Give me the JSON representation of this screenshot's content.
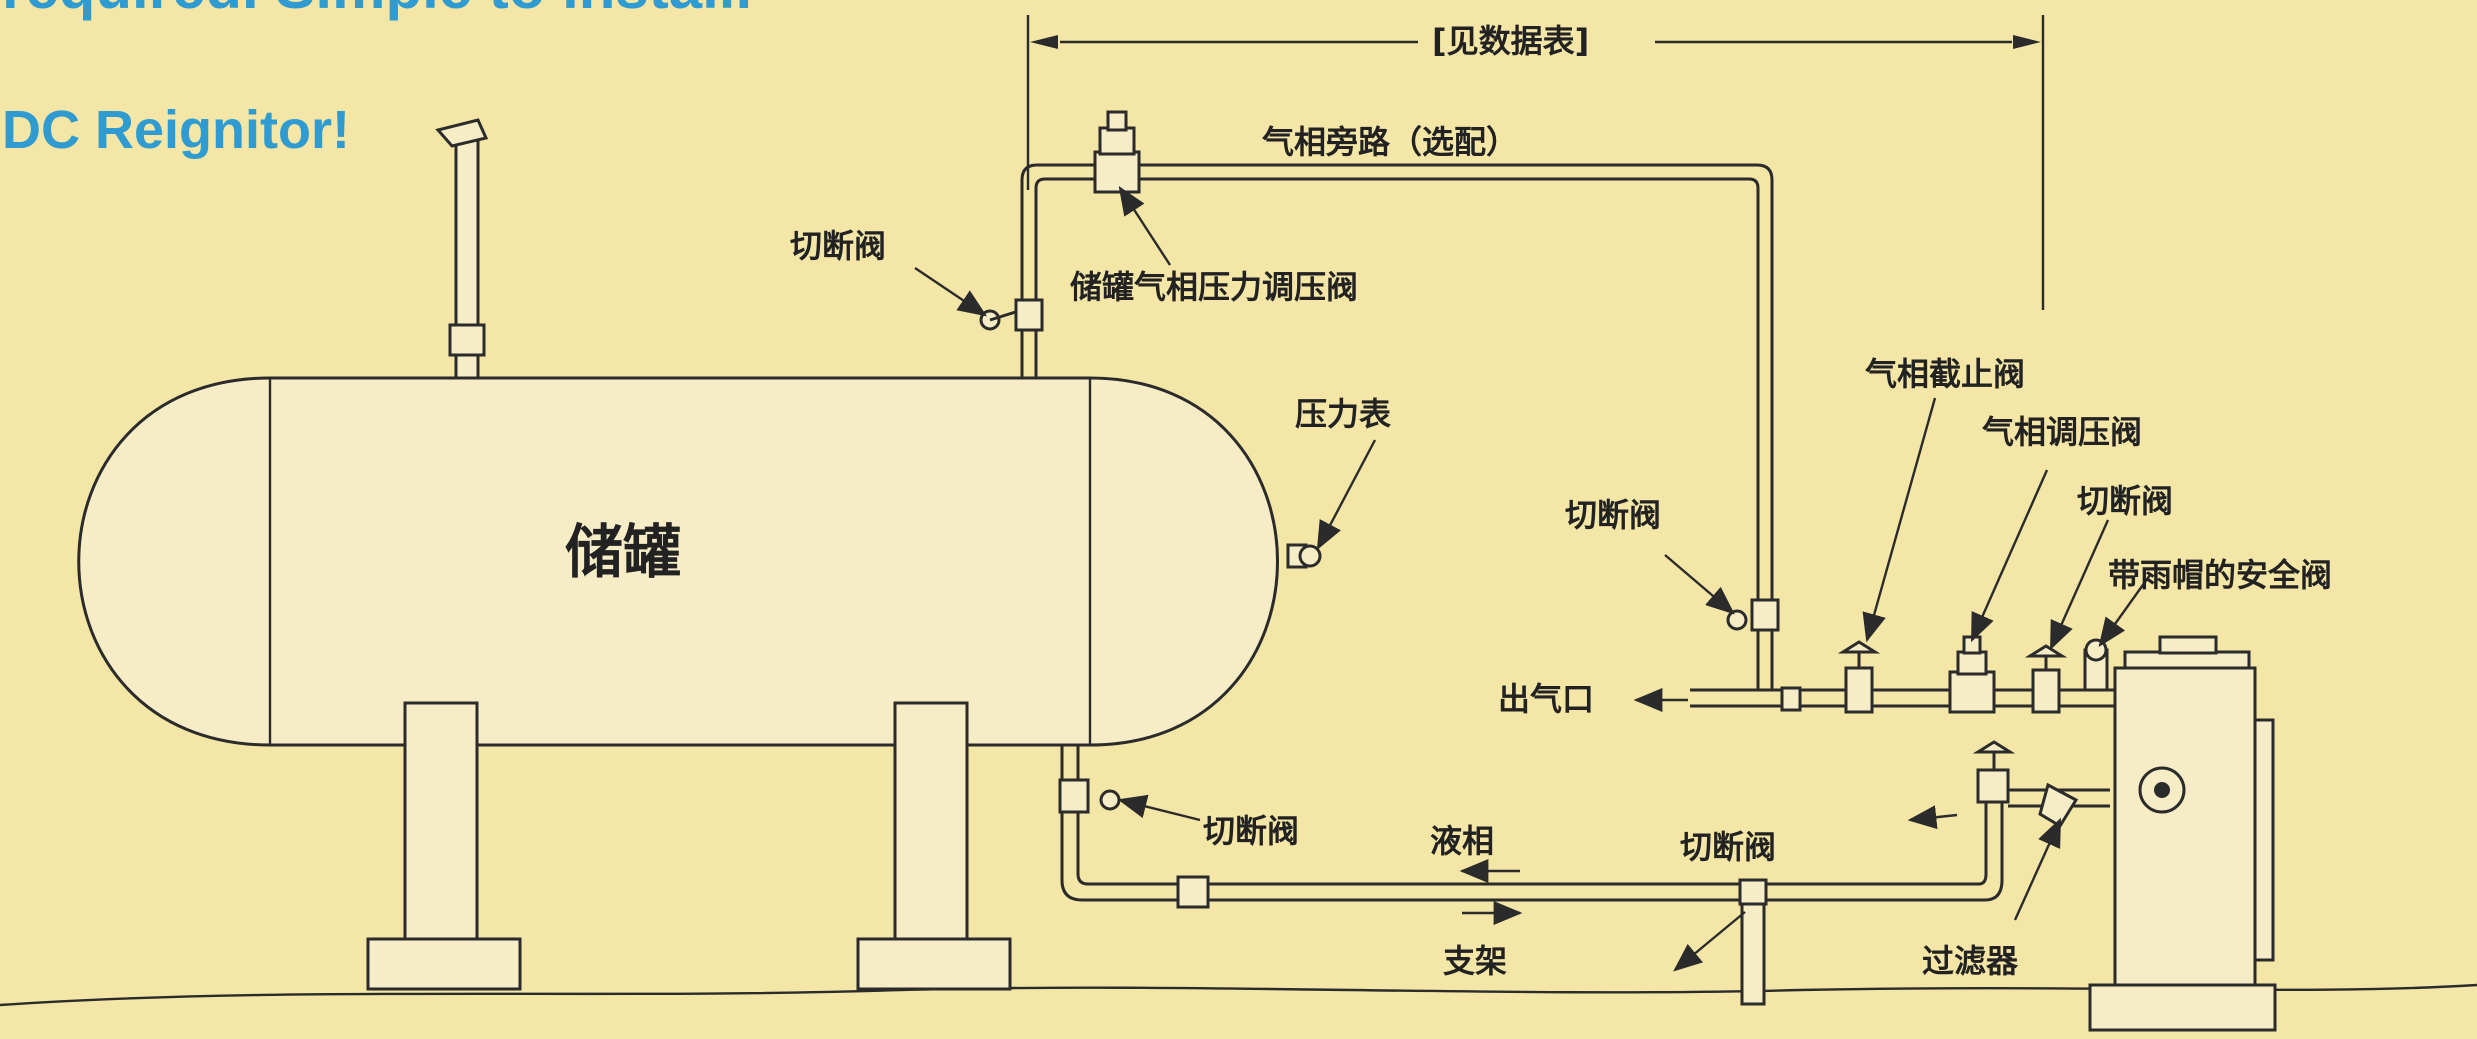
{
  "header": {
    "line1": "required. Simple to install.",
    "line2": "DC Reignitor!"
  },
  "dimension": {
    "label": "[见数据表]"
  },
  "labels": {
    "tank": "储罐",
    "bypass": "气相旁路（选配）",
    "shutoff_top": "切断阀",
    "regulator_tank": "储罐气相压力调压阀",
    "gauge": "压力表",
    "gas_stop": "气相截止阀",
    "gas_regulator": "气相调压阀",
    "shutoff_right": "切断阀",
    "relief": "带雨帽的安全阀",
    "shutoff_mid": "切断阀",
    "outlet": "出气口",
    "shutoff_liquid": "切断阀",
    "liquid": "液相",
    "shutoff_line": "切断阀",
    "support": "支架",
    "filter": "过滤器"
  },
  "colors": {
    "background": "#f3e6a6",
    "header": "#2f9bd0",
    "line": "#2b2b2b"
  }
}
